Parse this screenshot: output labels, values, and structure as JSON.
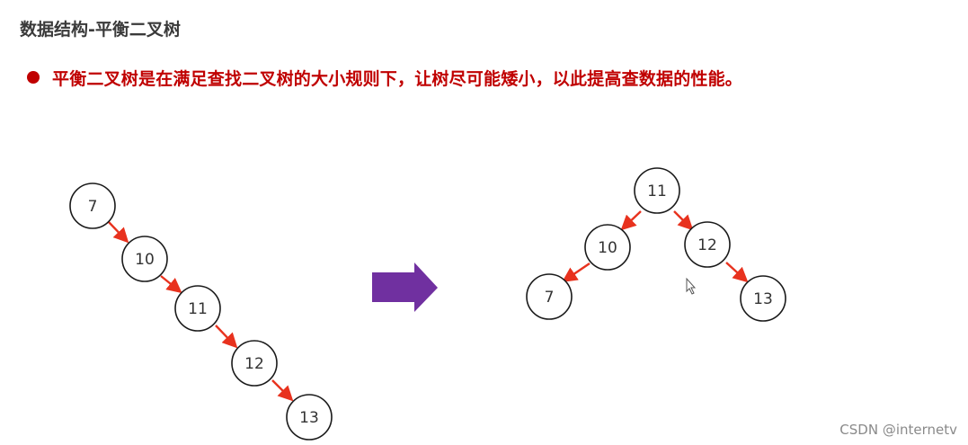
{
  "slide": {
    "title": "数据结构-平衡二叉树",
    "bullet": "平衡二叉树是在满足查找二叉树的大小规则下，让树尽可能矮小，以此提高查数据的性能。"
  },
  "colors": {
    "bullet": "#c00000",
    "edge": "#e8321e",
    "transform_arrow": "#7030a0",
    "node_stroke": "#1a1a1a"
  },
  "left_tree": {
    "nodes": [
      "7",
      "10",
      "11",
      "12",
      "13"
    ]
  },
  "right_tree": {
    "nodes": [
      "11",
      "10",
      "12",
      "7",
      "13"
    ]
  },
  "watermark": "CSDN @internetv"
}
